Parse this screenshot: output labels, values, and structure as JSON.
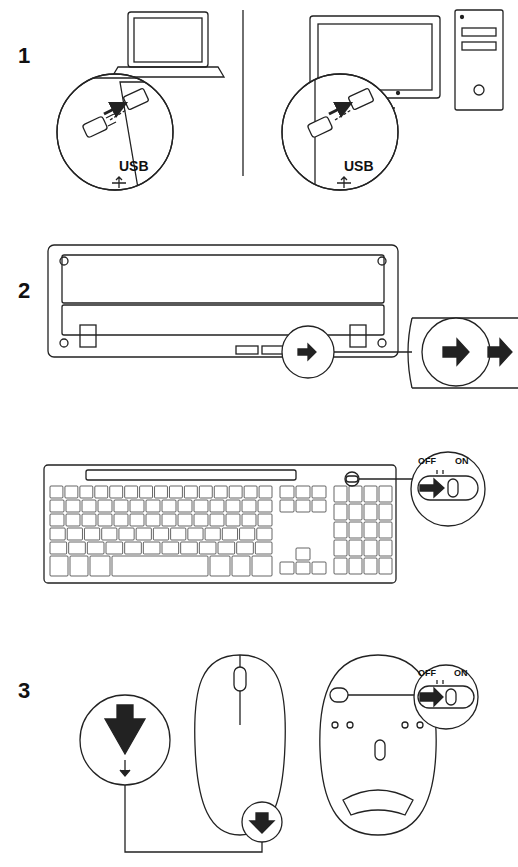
{
  "diagram": {
    "labels": [
      "1",
      "USB",
      "USB",
      "2",
      "OFF",
      "ON",
      "3",
      "OFF",
      "ON"
    ]
  }
}
